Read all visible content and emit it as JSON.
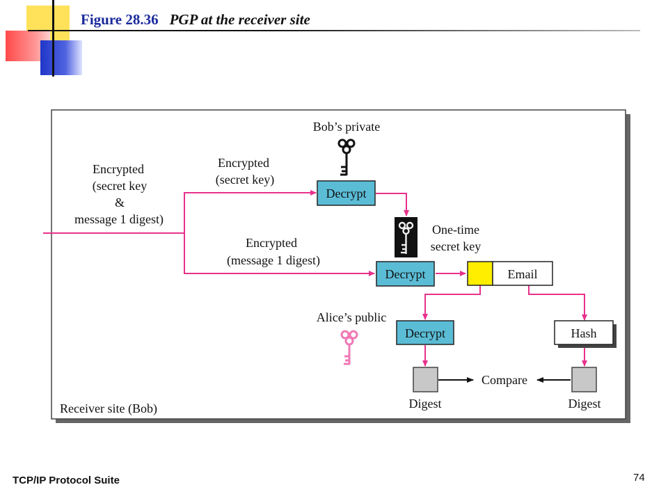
{
  "slide": {
    "figure_number": "Figure 28.36",
    "figure_caption": "PGP at the receiver site",
    "footer_left": "TCP/IP Protocol Suite",
    "page_number": "74"
  },
  "diagram": {
    "frame_label": "Receiver site (Bob)",
    "input_label": [
      "Encrypted",
      "(secret key",
      "&",
      "message 1 digest)"
    ],
    "upper_branch_label": [
      "Encrypted",
      "(secret key)"
    ],
    "lower_branch_label": [
      "Encrypted",
      "(message 1 digest)"
    ],
    "bob_key_label": "Bob’s private",
    "one_time_key_label": [
      "One-time",
      "secret key"
    ],
    "alice_key_label": "Alice’s public",
    "decrypt_label": "Decrypt",
    "email_label": "Email",
    "hash_label": "Hash",
    "compare_label": "Compare",
    "digest_label": "Digest",
    "colors": {
      "arrow": "#e8318c",
      "decrypt_fill": "#5bbcd6",
      "message_fill": "#ffee00",
      "digest_fill": "#c8c8c8",
      "alice_key": "#f07ab5",
      "bob_key": "#111111"
    },
    "icons": [
      "bob-private-key-icon",
      "one-time-secret-key-icon",
      "alice-public-key-icon"
    ]
  }
}
